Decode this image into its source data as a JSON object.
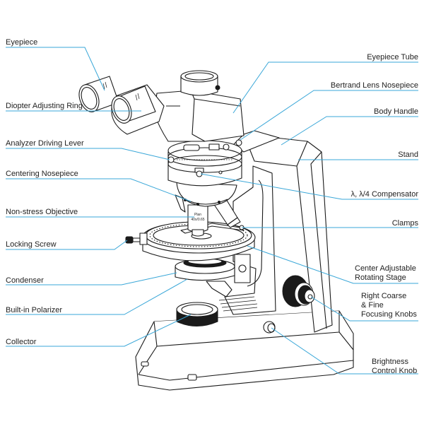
{
  "diagram": {
    "title": "Polarizing Microscope Parts",
    "subject": "polarizing-microscope",
    "accent_color": "#3aa7d8",
    "labels_left": [
      {
        "id": "eyepiece",
        "text": "Eyepiece"
      },
      {
        "id": "diopter-adjusting-ring",
        "text": "Diopter Adjusting Ring"
      },
      {
        "id": "analyzer-driving-lever",
        "text": "Analyzer Driving Lever"
      },
      {
        "id": "centering-nosepiece",
        "text": "Centering Nosepiece"
      },
      {
        "id": "non-stress-objective",
        "text": "Non-stress Objective"
      },
      {
        "id": "locking-screw",
        "text": "Locking Screw"
      },
      {
        "id": "condenser",
        "text": "Condenser"
      },
      {
        "id": "built-in-polarizer",
        "text": "Built-in Polarizer"
      },
      {
        "id": "collector",
        "text": "Collector"
      }
    ],
    "labels_right": [
      {
        "id": "eyepiece-tube",
        "text": "Eyepiece Tube"
      },
      {
        "id": "bertrand-lens-nosepiece",
        "text": "Bertrand Lens Nosepiece"
      },
      {
        "id": "body-handle",
        "text": "Body Handle"
      },
      {
        "id": "stand",
        "text": "Stand"
      },
      {
        "id": "compensator",
        "text": "λ, λ/4 Compensator"
      },
      {
        "id": "clamps",
        "text": "Clamps"
      },
      {
        "id": "center-adjustable-rotating-stage",
        "line1": "Center Adjustable",
        "line2": "Rotating Stage"
      },
      {
        "id": "right-coarse-fine-focusing-knobs",
        "line1": "Right Coarse",
        "line2": "& Fine",
        "line3": "Focusing Knobs"
      },
      {
        "id": "brightness-control-knob",
        "line1": "Brightness",
        "line2": "Control Knob"
      }
    ],
    "objective_marking": {
      "line1": "Plan",
      "line2": "40x/0.65"
    }
  }
}
